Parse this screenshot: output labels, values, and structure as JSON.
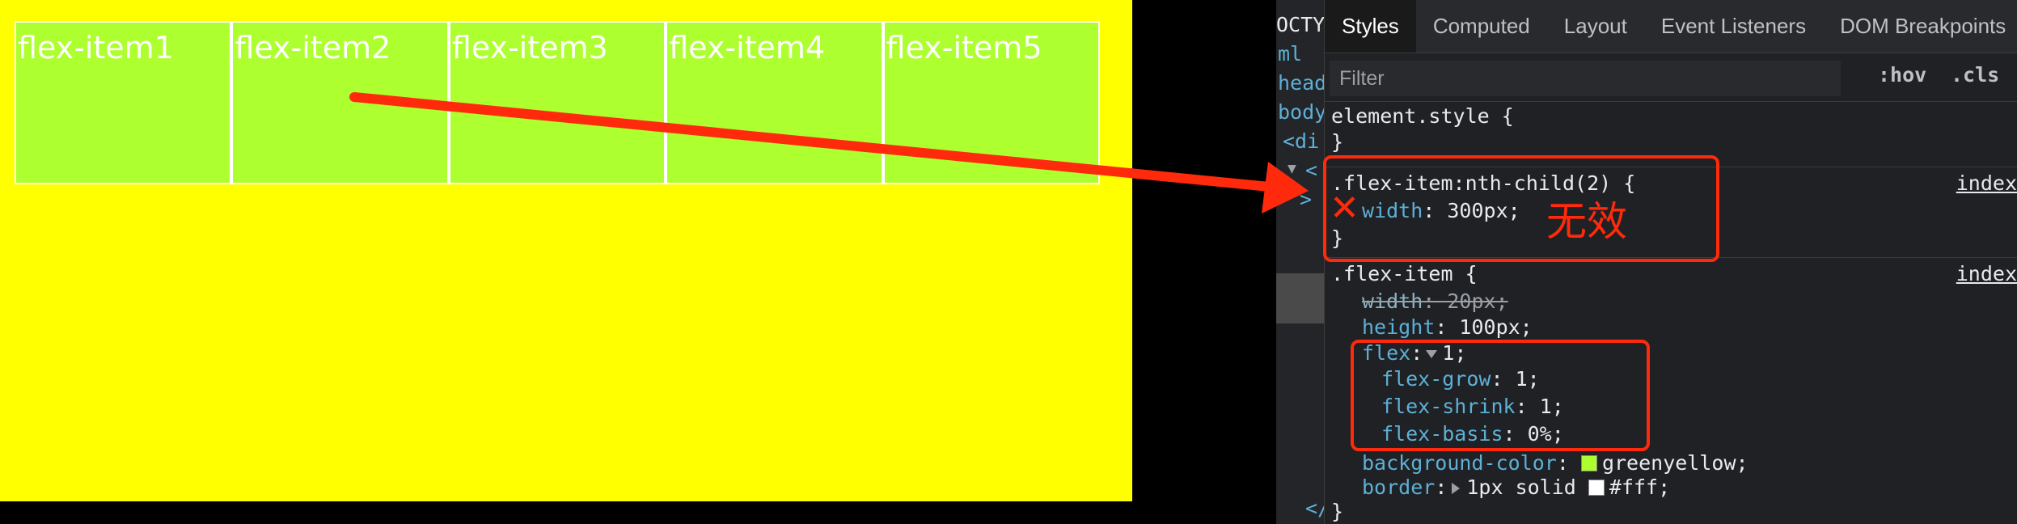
{
  "preview": {
    "items": [
      "flex-item1",
      "flex-item2",
      "flex-item3",
      "flex-item4",
      "flex-item5"
    ],
    "background_color": "#ffff00",
    "item_color": "#adff2f"
  },
  "elements_panel": {
    "lines": [
      "OCTY",
      "ml",
      "head",
      "body",
      "<di",
      "<",
      "\">",
      "</"
    ]
  },
  "devtools": {
    "tabs": [
      "Styles",
      "Computed",
      "Layout",
      "Event Listeners",
      "DOM Breakpoints"
    ],
    "active_tab": "Styles",
    "filter": {
      "placeholder": "Filter",
      "value": "",
      "hov": ":hov",
      "cls": ".cls"
    },
    "rules": {
      "element_style": {
        "selector": "element.style {",
        "close": "}"
      },
      "nth_child": {
        "selector": ".flex-item:nth-child(2) {",
        "source": "index",
        "width_prop": "width",
        "width_val": "300px;",
        "close": "}"
      },
      "flex_item": {
        "selector": ".flex-item {",
        "source": "index",
        "width_prop": "width",
        "width_val": "20px;",
        "height_prop": "height",
        "height_val": "100px;",
        "flex_prop": "flex",
        "flex_val": "1;",
        "grow_prop": "flex-grow",
        "grow_val": "1;",
        "shrink_prop": "flex-shrink",
        "shrink_val": "1;",
        "basis_prop": "flex-basis",
        "basis_val": "0%;",
        "bg_prop": "background-color",
        "bg_val": "greenyellow;",
        "border_prop": "border",
        "border_val_a": "1px solid",
        "border_val_b": "#fff;",
        "close": "}"
      }
    }
  },
  "annotations": {
    "invalid_label": "无效",
    "cross_mark": "✕",
    "accent_color": "#ff2a0c"
  }
}
